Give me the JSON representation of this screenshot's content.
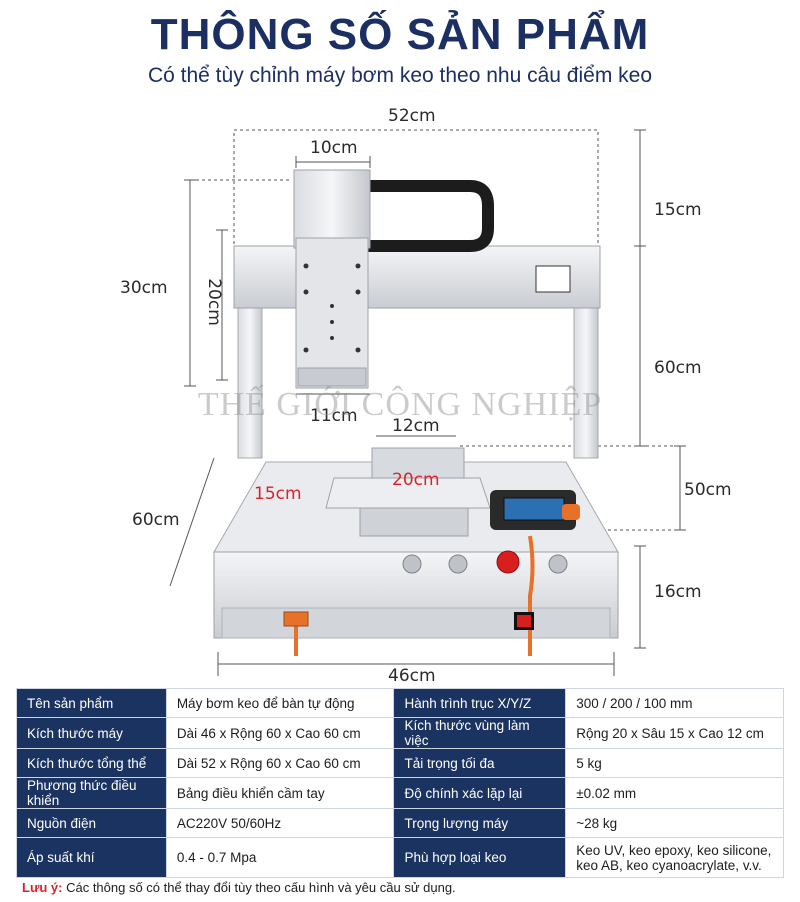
{
  "header": {
    "title": "THÔNG SỐ SẢN PHẨM",
    "subtitle": "Có thể tùy chỉnh máy bơm keo theo nhu câu điểm keo"
  },
  "dimensions": {
    "total_width": "52cm",
    "gantry_width": "10cm",
    "top_height": "15cm",
    "z_frame_height": "30cm",
    "z_plate_height": "20cm",
    "frame_height": "60cm",
    "head_width": "11cm",
    "table_height_size": "12cm",
    "table_x": "20cm",
    "table_y": "15cm",
    "depth_right": "50cm",
    "depth_left": "60cm",
    "base_height": "16cm",
    "base_width": "46cm"
  },
  "watermark": "THẾ GIỚI CÔNG NGHIỆP",
  "specs": [
    {
      "k1": "Tên sản phẩm",
      "v1": "Máy bơm keo để bàn tự động",
      "k2": "Hành trình trục X/Y/Z",
      "v2": "300 / 200 / 100 mm"
    },
    {
      "k1": "Kích thước máy",
      "v1": "Dài 46 x Rộng 60 x Cao 60 cm",
      "k2": "Kích thước vùng làm việc",
      "v2": "Rộng 20 x Sâu 15 x Cao 12 cm"
    },
    {
      "k1": "Kích thước tổng thể",
      "v1": "Dài 52 x Rộng 60 x Cao 60 cm",
      "k2": "Tải trọng tối đa",
      "v2": "5 kg"
    },
    {
      "k1": "Phương thức điều khiển",
      "v1": "Bảng điều khiển cầm tay",
      "k2": "Độ chính xác lặp lại",
      "v2": "±0.02 mm"
    },
    {
      "k1": "Nguồn điện",
      "v1": "AC220V 50/60Hz",
      "k2": "Trọng lượng máy",
      "v2": "~28 kg"
    },
    {
      "k1": "Áp suất khí",
      "v1": "0.4 - 0.7 Mpa",
      "k2": "Phù hợp loại keo",
      "v2a": "Keo UV, keo epoxy, keo silicone,",
      "v2b": "keo AB, keo cyanoacrylate, v.v."
    }
  ],
  "note": {
    "label": "Lưu ý:",
    "text": "Các thông số có thể thay đổi tùy theo cấu hình và yêu cầu sử dụng."
  }
}
